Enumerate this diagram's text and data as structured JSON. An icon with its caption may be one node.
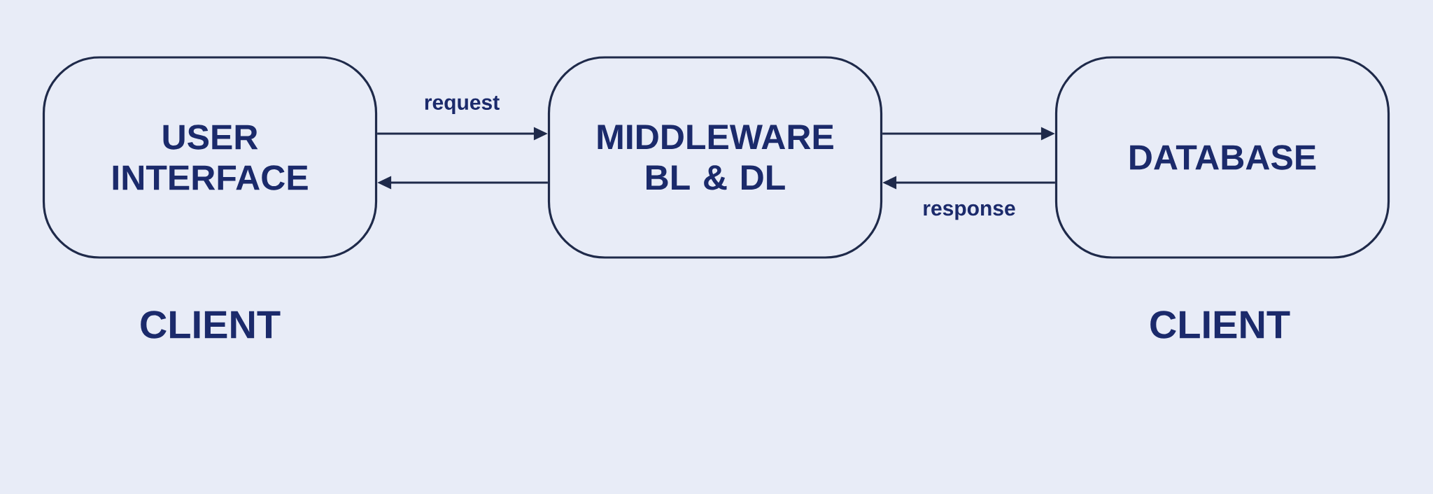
{
  "diagram": {
    "nodes": [
      {
        "text": [
          "USER INTERFACE"
        ]
      },
      {
        "text": [
          "MIDDLEWARE BL & DL"
        ]
      },
      {
        "text": [
          "DATABASE"
        ]
      }
    ],
    "edges": [
      {
        "from": 0,
        "to": 1,
        "arrow": "to",
        "label": "request"
      },
      {
        "from": 1,
        "to": 0,
        "arrow": "to"
      },
      {
        "from": 1,
        "to": 2,
        "arrow": "to"
      },
      {
        "from": 2,
        "to": 1,
        "arrow": "to",
        "label": "response"
      }
    ],
    "labels": [
      "CLIENT",
      "CLIENT"
    ]
  }
}
